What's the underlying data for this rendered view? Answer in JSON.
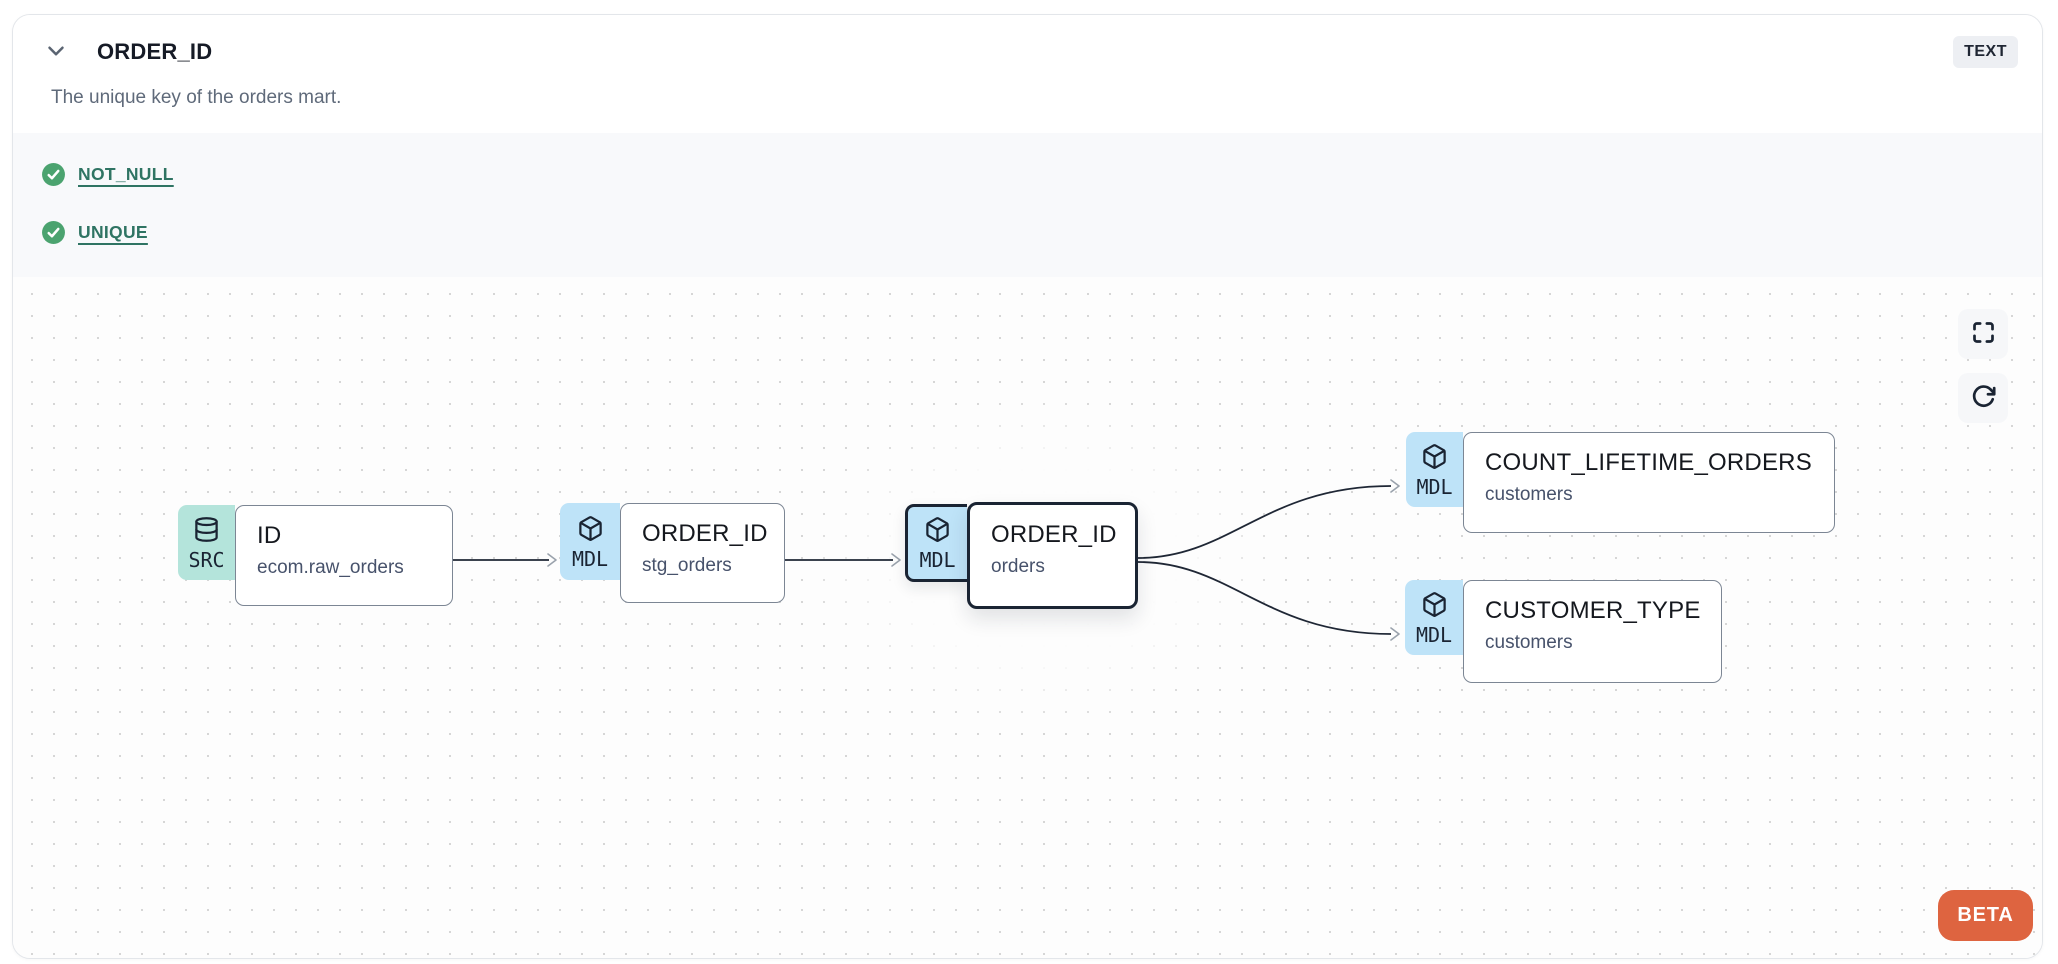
{
  "header": {
    "title": "ORDER_ID",
    "type_badge": "TEXT",
    "description": "The unique key of the orders mart."
  },
  "tests": {
    "items": [
      {
        "label": "NOT_NULL",
        "status": "pass"
      },
      {
        "label": "UNIQUE",
        "status": "pass"
      }
    ]
  },
  "lineage": {
    "nodes": [
      {
        "badge": "SRC",
        "icon": "database-icon",
        "title": "ID",
        "subtitle": "ecom.raw_orders",
        "selected": false
      },
      {
        "badge": "MDL",
        "icon": "cube-icon",
        "title": "ORDER_ID",
        "subtitle": "stg_orders",
        "selected": false
      },
      {
        "badge": "MDL",
        "icon": "cube-icon",
        "title": "ORDER_ID",
        "subtitle": "orders",
        "selected": true
      },
      {
        "badge": "MDL",
        "icon": "cube-icon",
        "title": "COUNT_LIFETIME_ORDERS",
        "subtitle": "customers",
        "selected": false
      },
      {
        "badge": "MDL",
        "icon": "cube-icon",
        "title": "CUSTOMER_TYPE",
        "subtitle": "customers",
        "selected": false
      }
    ],
    "edges": [
      {
        "from": "ID (ecom.raw_orders)",
        "to": "ORDER_ID (stg_orders)"
      },
      {
        "from": "ORDER_ID (stg_orders)",
        "to": "ORDER_ID (orders)"
      },
      {
        "from": "ORDER_ID (orders)",
        "to": "COUNT_LIFETIME_ORDERS (customers)"
      },
      {
        "from": "ORDER_ID (orders)",
        "to": "CUSTOMER_TYPE (customers)"
      }
    ],
    "beta_label": "BETA"
  },
  "colors": {
    "accent_orange": "#de6440",
    "badge_blue": "#bee3f8",
    "badge_teal": "#b4e4db",
    "check_green": "#4ba36f",
    "link_teal": "#2f7463",
    "selected_border": "#1a2433",
    "edge_stroke": "#1f2735",
    "arrowhead": "#9aa2ac"
  }
}
